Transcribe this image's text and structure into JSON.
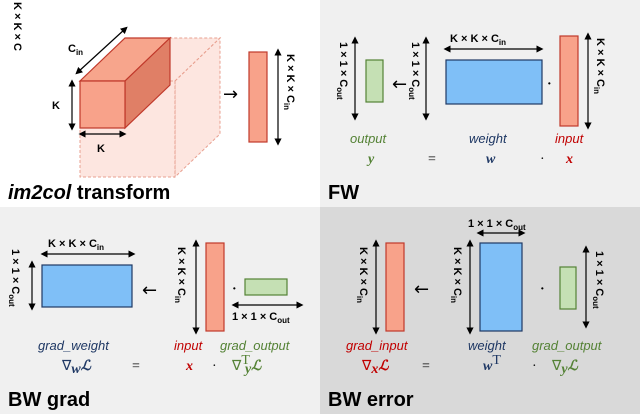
{
  "colors": {
    "red_fill": "#f8a28a",
    "red_stroke": "#c0392b",
    "blue_fill": "#7fbff7",
    "green_fill": "#c5e0b4",
    "green_stroke": "#548235",
    "name_red": "#c00000",
    "name_blue": "#1f3864",
    "name_green": "#548235"
  },
  "im2col": {
    "side_label": "K × K × C",
    "cin_label": "C",
    "cin_sub": "in",
    "k_height_label": "K",
    "k_width_label": "K",
    "column_label": "K × K × C",
    "column_sub": "in",
    "arrow": "→",
    "title_italic": "im2col",
    "title_rest": " transform"
  },
  "fw": {
    "output_dim": "1 × 1 × C",
    "output_dim_sub": "out",
    "weight_left_dim": "1 × 1 × C",
    "weight_left_dim_sub": "out",
    "weight_top_dim": "K × K × C",
    "weight_top_dim_sub": "in",
    "input_dim": "K × K × C",
    "input_dim_sub": "in",
    "arrow": "←",
    "dot": "·",
    "output_name": "output",
    "weight_name": "weight",
    "input_name": "input",
    "output_sym": "y",
    "eq": "=",
    "weight_sym": "w",
    "dot2": "·",
    "input_sym": "x",
    "title": "FW"
  },
  "bw_grad": {
    "weight_top_dim": "K × K × C",
    "weight_top_dim_sub": "in",
    "weight_left_dim": "1 × 1 × C",
    "weight_left_dim_sub": "out",
    "input_dim": "K × K × C",
    "input_dim_sub": "in",
    "grad_out_dim": "1 × 1 × C",
    "grad_out_dim_sub": "out",
    "arrow": "←",
    "dot": "·",
    "grad_weight_name": "grad_weight",
    "input_name": "input",
    "grad_output_name": "grad_output",
    "nabla_w": "∇",
    "nabla_w_sub": "w",
    "loss": "ℒ",
    "eq": "=",
    "input_sym": "x",
    "dot2": "·",
    "nabla_y": "∇",
    "nabla_y_sup": "T",
    "nabla_y_sub": "y",
    "loss2": "ℒ",
    "title": "BW grad"
  },
  "bw_error": {
    "grad_input_dim": "K × K × C",
    "grad_input_dim_sub": "in",
    "weight_top_dim": "1 × 1 × C",
    "weight_top_dim_sub": "out",
    "weight_left_dim": "K × K × C",
    "weight_left_dim_sub": "in",
    "grad_out_dim": "1 × 1 × C",
    "grad_out_dim_sub": "out",
    "arrow": "←",
    "dot": "·",
    "grad_input_name": "grad_input",
    "weight_name": "weight",
    "grad_output_name": "grad_output",
    "nabla_x": "∇",
    "nabla_x_sub": "x",
    "loss": "ℒ",
    "eq": "=",
    "weight_sym": "w",
    "weight_sup": "T",
    "dot2": "·",
    "nabla_y": "∇",
    "nabla_y_sub": "y",
    "loss2": "ℒ",
    "title": "BW error"
  }
}
